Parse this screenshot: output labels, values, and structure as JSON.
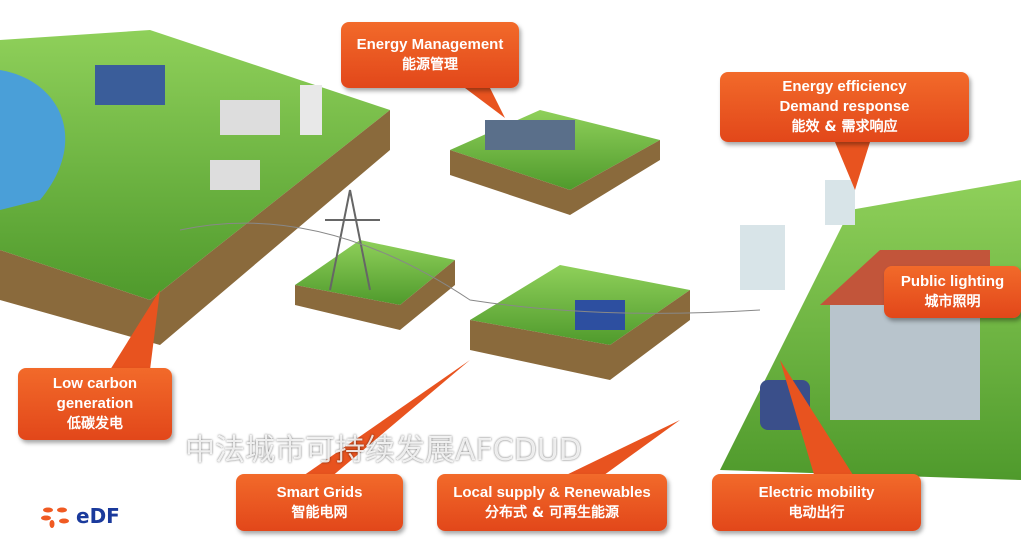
{
  "callouts": {
    "energy_management": {
      "en": "Energy Management",
      "zh": "能源管理"
    },
    "energy_efficiency": {
      "en1": "Energy efficiency",
      "en2": "Demand response",
      "zh": "能效 & 需求响应"
    },
    "public_lighting": {
      "en": "Public lighting",
      "zh": "城市照明"
    },
    "low_carbon": {
      "en1": "Low carbon",
      "en2": "generation",
      "zh": "低碳发电"
    },
    "smart_grids": {
      "en": "Smart Grids",
      "zh": "智能电网"
    },
    "local_supply": {
      "en": "Local supply & Renewables",
      "zh": "分布式 & 可再生能源"
    },
    "electric_mobility": {
      "en": "Electric mobility",
      "zh": "电动出行"
    }
  },
  "watermark": "中法城市可持续发展AFCDUD",
  "logo": {
    "text": "eDF"
  },
  "colors": {
    "callout": "#e8531f",
    "grass": "#6dbb3c",
    "soil": "#8a6a3c",
    "logo_orange": "#f05a22",
    "logo_blue": "#1a3a9c"
  }
}
